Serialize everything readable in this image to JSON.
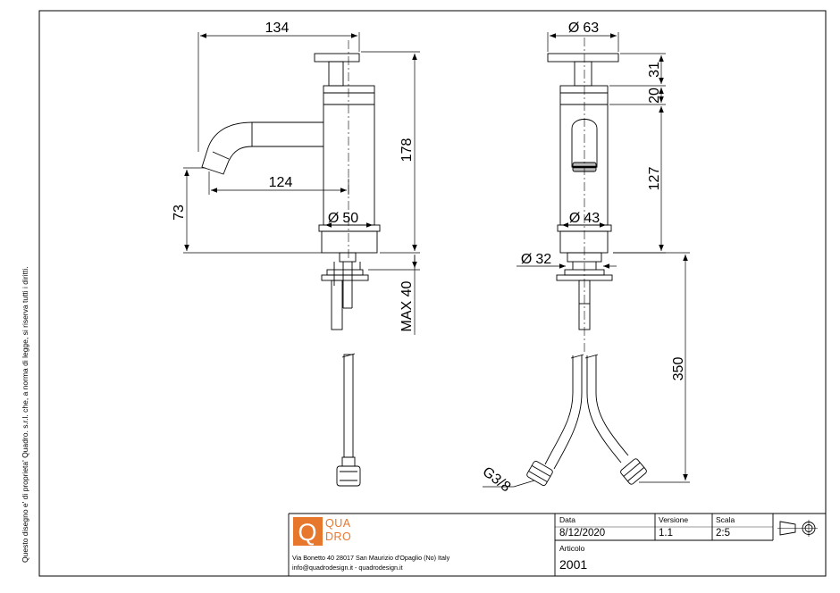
{
  "side_note": "Questo disegno e' di proprieta' Quadro. s.r.l. che, a norma di legge, si riserva tutti i diritti.",
  "dimensions": {
    "side_width": "134",
    "spout_reach": "124",
    "spout_height": "73",
    "total_height": "178",
    "body_diameter": "50",
    "max_thickness": "MAX 40",
    "handle_diameter": "63",
    "handle_height": "31",
    "ring_height": "20",
    "body_height": "127",
    "front_body_diameter": "43",
    "shank_diameter": "32",
    "hose_length": "350",
    "connector_thread": "G3/8"
  },
  "diameter_symbol": "Ø",
  "logo": {
    "letter": "Q",
    "line1": "QUA",
    "line2": "DRO",
    "color": "#e8772e"
  },
  "address": {
    "line1": "Via Bonetto 40  28017 San Maurizio d'Opaglio (No) Italy",
    "line2": "info@quadrodesign.it  -  quadrodesign.it"
  },
  "title_block": {
    "data_label": "Data",
    "data_value": "8/12/2020",
    "versione_label": "Versione",
    "versione_value": "1.1",
    "scala_label": "Scala",
    "scala_value": "2:5",
    "articolo_label": "Articolo",
    "articolo_value": "2001"
  },
  "projection_symbol": "first-angle-projection-icon"
}
